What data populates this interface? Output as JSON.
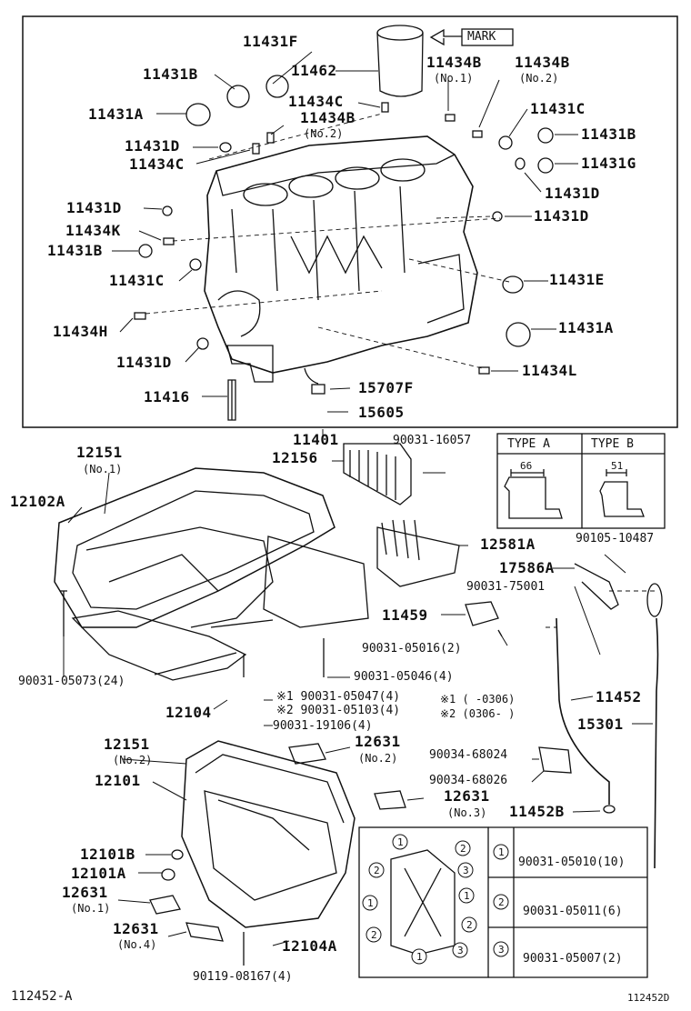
{
  "top_parts": {
    "p11431F": "11431F",
    "p11462": "11462",
    "mark": "MARK",
    "p11431B_a": "11431B",
    "p11434B_1": "11434B",
    "no1": "(No.1)",
    "p11434B_2": "11434B",
    "no2": "(No.2)",
    "p11431A_a": "11431A",
    "p11434C_a": "11434C",
    "p11434B_3": "11434B",
    "no2b": "(No.2)",
    "p11431C_a": "11431C",
    "p11431B_b": "11431B",
    "p11431D_a": "11431D",
    "p11434C_b": "11434C",
    "p11431G": "11431G",
    "p11431D_b": "11431D",
    "p11431D_c": "11431D",
    "p11431D_d": "11431D",
    "p11434K": "11434K",
    "p11431B_c": "11431B",
    "p11431C_b": "11431C",
    "p11431E": "11431E",
    "p11434H": "11434H",
    "p11431A_b": "11431A",
    "p11431D_e": "11431D",
    "p11434L": "11434L",
    "p15707F": "15707F",
    "p11416": "11416",
    "p15605": "15605"
  },
  "bottom_parts": {
    "p11401": "11401",
    "p12151_a": "12151",
    "no1": "(No.1)",
    "p12156": "12156",
    "p90031_16057": "90031-16057",
    "p12102A": "12102A",
    "p12581A": "12581A",
    "p90105_10487": "90105-10487",
    "p17586A": "17586A",
    "p90031_75001": "90031-75001",
    "p11459": "11459",
    "p90031_05016": "90031-05016(2)",
    "p90031_05073": "90031-05073(24)",
    "p90031_05046": "90031-05046(4)",
    "p90031_05047": "※1 90031-05047(4)",
    "p90031_05103": "※2 90031-05103(4)",
    "note1": "※1 (     -0306)",
    "note2": "※2 (0306-     )",
    "p11452": "11452",
    "p12104": "12104",
    "p90031_19106": "90031-19106(4)",
    "p15301": "15301",
    "p12151_b": "12151",
    "no2": "(No.2)",
    "p12631_a": "12631",
    "no2b": "(No.2)",
    "p90034_68024": "90034-68024",
    "p12101": "12101",
    "p90034_68026": "90034-68026",
    "p12631_b": "12631",
    "no3": "(No.3)",
    "p11452B": "11452B",
    "p12101B": "12101B",
    "p12101A": "12101A",
    "p12631_c": "12631",
    "no1b": "(No.1)",
    "p12631_d": "12631",
    "no4": "(No.4)",
    "p12104A": "12104A",
    "p90119_08167": "90119-08167(4)"
  },
  "type_table": {
    "type_a": "TYPE  A",
    "type_b": "TYPE  B",
    "dim_a": "66",
    "dim_b": "51"
  },
  "legend": {
    "n1": "1",
    "n2": "2",
    "n3": "3",
    "bolt1": "90031-05010(10)",
    "bolt2": "90031-05011(6)",
    "bolt3": "90031-05007(2)"
  },
  "footer": {
    "left_code": "112452-A",
    "right_code": "112452D"
  }
}
